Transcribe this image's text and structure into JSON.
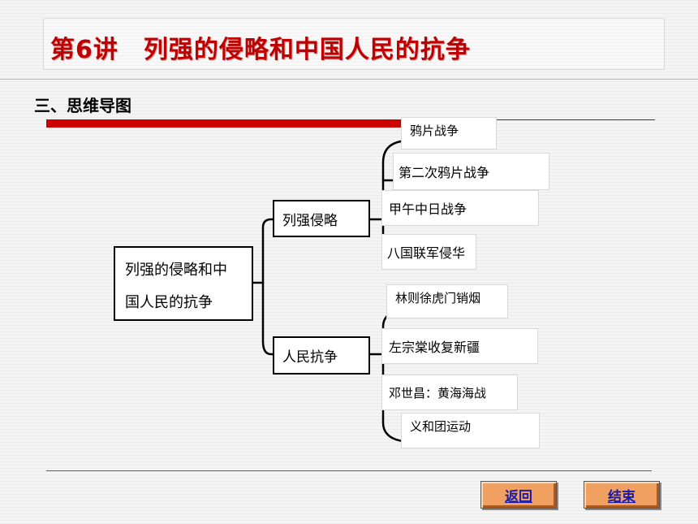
{
  "header": {
    "title": "第6讲　列强的侵略和中国人民的抗争",
    "section": "三、思维导图"
  },
  "mindmap": {
    "root": {
      "line1": "列强的侵略和中",
      "line2": "国人民的抗争"
    },
    "branches": [
      {
        "label": "列强侵略",
        "leaves": [
          "鸦片战争",
          "第二次鸦片战争",
          "甲午中日战争",
          "八国联军侵华"
        ]
      },
      {
        "label": "人民抗争",
        "leaves": [
          "林则徐虎门销烟",
          "左宗棠收复新疆",
          "邓世昌：黄海海战",
          "义和团运动"
        ]
      }
    ]
  },
  "nav": {
    "back_label": "返回",
    "end_label": "结束"
  },
  "colors": {
    "title": "#c00000",
    "accent": "#cc0000",
    "button": "#f0a060",
    "link": "#1a1aa6"
  }
}
